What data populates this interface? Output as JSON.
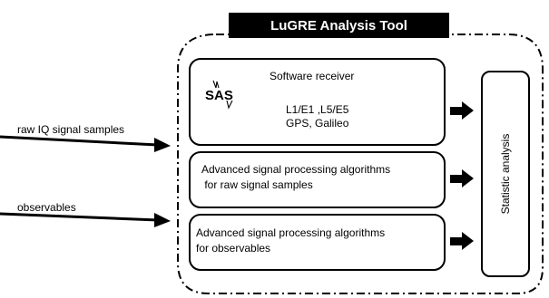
{
  "title": "LuGRE Analysis Tool",
  "inputs": {
    "raw_iq": "raw IQ signal samples",
    "observables": "observables"
  },
  "receiver_box": {
    "title": "Software receiver",
    "logo_text": "SAS",
    "bands": "L1/E1 ,L5/E5",
    "systems": "GPS, Galileo"
  },
  "raw_processing_box": {
    "line1": "Advanced signal processing algorithms",
    "line2": " for raw signal samples"
  },
  "obs_processing_box": {
    "line1": "Advanced signal processing algorithms",
    "line2": "for observables"
  },
  "statistic_box": {
    "label": "Statistic analysis"
  }
}
